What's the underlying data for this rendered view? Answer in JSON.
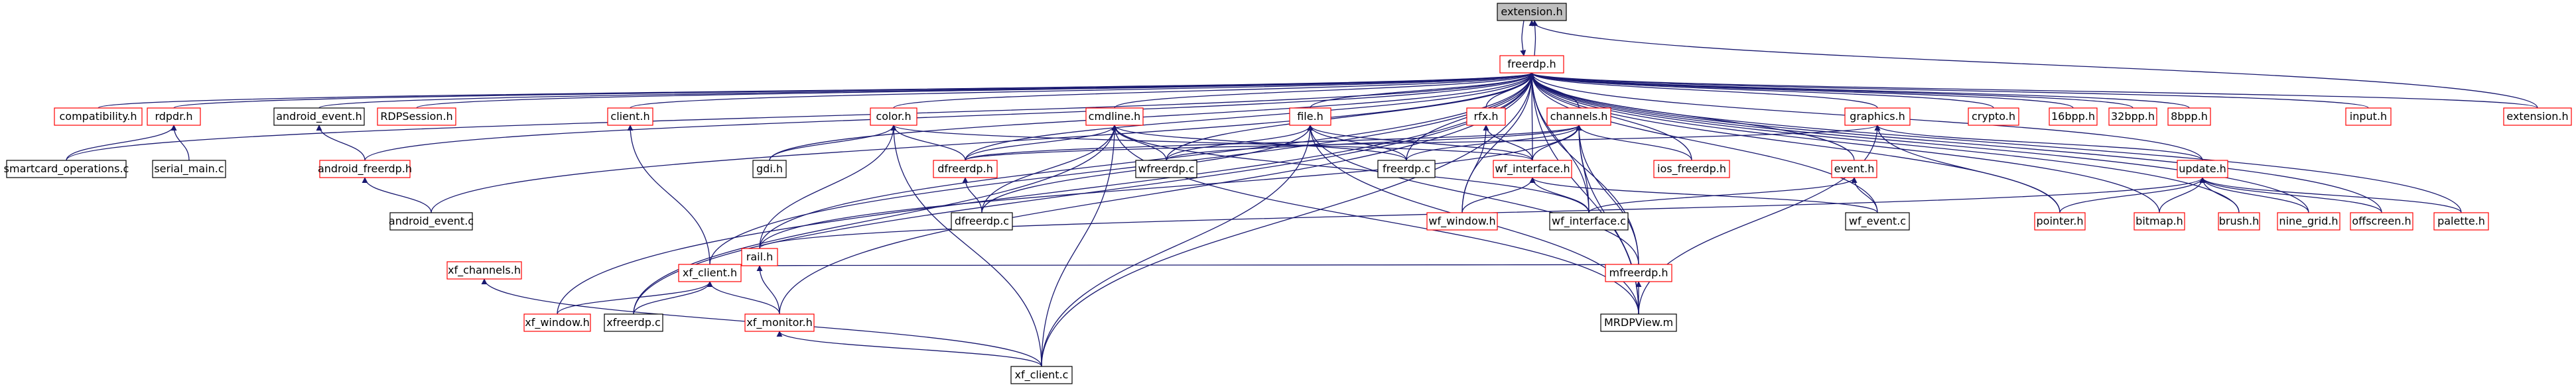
{
  "colors": {
    "normal_stroke": "#000000",
    "missing_stroke": "#ff0000",
    "root_fill": "#bfbfbf",
    "edge": "#191970"
  },
  "nodes": [
    {
      "id": "extension_h_root",
      "label": "extension.h",
      "kind": "root"
    },
    {
      "id": "freerdp_h",
      "label": "freerdp.h",
      "kind": "missing"
    },
    {
      "id": "compatibility_h",
      "label": "compatibility.h",
      "kind": "missing"
    },
    {
      "id": "rdpdr_h",
      "label": "rdpdr.h",
      "kind": "missing"
    },
    {
      "id": "android_event_h",
      "label": "android_event.h",
      "kind": "normal"
    },
    {
      "id": "rdpsession_h",
      "label": "RDPSession.h",
      "kind": "missing"
    },
    {
      "id": "client_h",
      "label": "client.h",
      "kind": "missing"
    },
    {
      "id": "color_h",
      "label": "color.h",
      "kind": "missing"
    },
    {
      "id": "cmdline_h",
      "label": "cmdline.h",
      "kind": "missing"
    },
    {
      "id": "file_h",
      "label": "file.h",
      "kind": "missing"
    },
    {
      "id": "rfx_h",
      "label": "rfx.h",
      "kind": "missing"
    },
    {
      "id": "channels_h",
      "label": "channels.h",
      "kind": "missing"
    },
    {
      "id": "graphics_h",
      "label": "graphics.h",
      "kind": "missing"
    },
    {
      "id": "crypto_h",
      "label": "crypto.h",
      "kind": "missing"
    },
    {
      "id": "bpp16_h",
      "label": "16bpp.h",
      "kind": "missing"
    },
    {
      "id": "bpp32_h",
      "label": "32bpp.h",
      "kind": "missing"
    },
    {
      "id": "bpp8_h",
      "label": "8bpp.h",
      "kind": "missing"
    },
    {
      "id": "input_h",
      "label": "input.h",
      "kind": "missing"
    },
    {
      "id": "extension_h",
      "label": "extension.h",
      "kind": "missing"
    },
    {
      "id": "smartcard_operations_c",
      "label": "smartcard_operations.c",
      "kind": "normal"
    },
    {
      "id": "serial_main_c",
      "label": "serial_main.c",
      "kind": "normal"
    },
    {
      "id": "android_freerdp_h",
      "label": "android_freerdp.h",
      "kind": "missing"
    },
    {
      "id": "android_event_c",
      "label": "android_event.c",
      "kind": "normal"
    },
    {
      "id": "gdi_h",
      "label": "gdi.h",
      "kind": "normal"
    },
    {
      "id": "dfreerdp_h",
      "label": "dfreerdp.h",
      "kind": "missing"
    },
    {
      "id": "dfreerdp_c",
      "label": "dfreerdp.c",
      "kind": "normal"
    },
    {
      "id": "wfreerdp_c",
      "label": "wfreerdp.c",
      "kind": "normal"
    },
    {
      "id": "freerdp_c",
      "label": "freerdp.c",
      "kind": "normal"
    },
    {
      "id": "wf_interface_h",
      "label": "wf_interface.h",
      "kind": "missing"
    },
    {
      "id": "ios_freerdp_h",
      "label": "ios_freerdp.h",
      "kind": "missing"
    },
    {
      "id": "event_h",
      "label": "event.h",
      "kind": "missing"
    },
    {
      "id": "update_h",
      "label": "update.h",
      "kind": "missing"
    },
    {
      "id": "rail_h",
      "label": "rail.h",
      "kind": "missing"
    },
    {
      "id": "wf_window_h",
      "label": "wf_window.h",
      "kind": "missing"
    },
    {
      "id": "wf_interface_c",
      "label": "wf_interface.c",
      "kind": "normal"
    },
    {
      "id": "wf_event_c",
      "label": "wf_event.c",
      "kind": "normal"
    },
    {
      "id": "pointer_h",
      "label": "pointer.h",
      "kind": "missing"
    },
    {
      "id": "bitmap_h",
      "label": "bitmap.h",
      "kind": "missing"
    },
    {
      "id": "brush_h",
      "label": "brush.h",
      "kind": "missing"
    },
    {
      "id": "nine_grid_h",
      "label": "nine_grid.h",
      "kind": "missing"
    },
    {
      "id": "offscreen_h",
      "label": "offscreen.h",
      "kind": "missing"
    },
    {
      "id": "palette_h",
      "label": "palette.h",
      "kind": "missing"
    },
    {
      "id": "xf_channels_h",
      "label": "xf_channels.h",
      "kind": "missing"
    },
    {
      "id": "xf_client_h",
      "label": "xf_client.h",
      "kind": "missing"
    },
    {
      "id": "xf_window_h",
      "label": "xf_window.h",
      "kind": "missing"
    },
    {
      "id": "xfreerdp_c",
      "label": "xfreerdp.c",
      "kind": "normal"
    },
    {
      "id": "xf_monitor_h",
      "label": "xf_monitor.h",
      "kind": "missing"
    },
    {
      "id": "mfreerdp_h",
      "label": "mfreerdp.h",
      "kind": "missing"
    },
    {
      "id": "mrdpview_m",
      "label": "MRDPView.m",
      "kind": "normal"
    },
    {
      "id": "xf_client_c",
      "label": "xf_client.c",
      "kind": "normal"
    }
  ],
  "edges": [
    [
      "freerdp_h",
      "extension_h_root"
    ],
    [
      "extension_h",
      "extension_h_root"
    ],
    [
      "extension_h_root",
      "freerdp_h"
    ],
    [
      "compatibility_h",
      "freerdp_h"
    ],
    [
      "rdpdr_h",
      "freerdp_h"
    ],
    [
      "android_event_h",
      "freerdp_h"
    ],
    [
      "rdpsession_h",
      "freerdp_h"
    ],
    [
      "client_h",
      "freerdp_h"
    ],
    [
      "color_h",
      "freerdp_h"
    ],
    [
      "cmdline_h",
      "freerdp_h"
    ],
    [
      "file_h",
      "freerdp_h"
    ],
    [
      "rfx_h",
      "freerdp_h"
    ],
    [
      "channels_h",
      "freerdp_h"
    ],
    [
      "graphics_h",
      "freerdp_h"
    ],
    [
      "crypto_h",
      "freerdp_h"
    ],
    [
      "bpp16_h",
      "freerdp_h"
    ],
    [
      "bpp32_h",
      "freerdp_h"
    ],
    [
      "bpp8_h",
      "freerdp_h"
    ],
    [
      "input_h",
      "freerdp_h"
    ],
    [
      "extension_h",
      "freerdp_h"
    ],
    [
      "update_h",
      "freerdp_h"
    ],
    [
      "smartcard_operations_c",
      "freerdp_h"
    ],
    [
      "android_freerdp_h",
      "freerdp_h"
    ],
    [
      "android_event_c",
      "freerdp_h"
    ],
    [
      "gdi_h",
      "freerdp_h"
    ],
    [
      "dfreerdp_h",
      "freerdp_h"
    ],
    [
      "wfreerdp_c",
      "freerdp_h"
    ],
    [
      "freerdp_c",
      "freerdp_h"
    ],
    [
      "wf_interface_h",
      "freerdp_h"
    ],
    [
      "ios_freerdp_h",
      "freerdp_h"
    ],
    [
      "event_h",
      "freerdp_h"
    ],
    [
      "wf_window_h",
      "freerdp_h"
    ],
    [
      "wf_interface_c",
      "freerdp_h"
    ],
    [
      "wf_event_c",
      "freerdp_h"
    ],
    [
      "pointer_h",
      "freerdp_h"
    ],
    [
      "bitmap_h",
      "freerdp_h"
    ],
    [
      "brush_h",
      "freerdp_h"
    ],
    [
      "nine_grid_h",
      "freerdp_h"
    ],
    [
      "offscreen_h",
      "freerdp_h"
    ],
    [
      "palette_h",
      "freerdp_h"
    ],
    [
      "rail_h",
      "freerdp_h"
    ],
    [
      "xf_client_h",
      "freerdp_h"
    ],
    [
      "xf_window_h",
      "freerdp_h"
    ],
    [
      "xfreerdp_c",
      "freerdp_h"
    ],
    [
      "xf_monitor_h",
      "freerdp_h"
    ],
    [
      "mfreerdp_h",
      "freerdp_h"
    ],
    [
      "mrdpview_m",
      "freerdp_h"
    ],
    [
      "xf_client_c",
      "freerdp_h"
    ],
    [
      "smartcard_operations_c",
      "rdpdr_h"
    ],
    [
      "serial_main_c",
      "rdpdr_h"
    ],
    [
      "android_freerdp_h",
      "android_event_h"
    ],
    [
      "android_event_c",
      "android_freerdp_h"
    ],
    [
      "xf_client_h",
      "client_h"
    ],
    [
      "gdi_h",
      "color_h"
    ],
    [
      "dfreerdp_h",
      "color_h"
    ],
    [
      "rail_h",
      "color_h"
    ],
    [
      "xf_client_c",
      "color_h"
    ],
    [
      "wf_interface_h",
      "color_h"
    ],
    [
      "dfreerdp_h",
      "cmdline_h"
    ],
    [
      "dfreerdp_c",
      "cmdline_h"
    ],
    [
      "wfreerdp_c",
      "cmdline_h"
    ],
    [
      "freerdp_c",
      "cmdline_h"
    ],
    [
      "wf_interface_c",
      "cmdline_h"
    ],
    [
      "xfreerdp_c",
      "cmdline_h"
    ],
    [
      "mrdpview_m",
      "cmdline_h"
    ],
    [
      "xf_client_c",
      "cmdline_h"
    ],
    [
      "dfreerdp_c",
      "dfreerdp_h"
    ],
    [
      "wfreerdp_c",
      "file_h"
    ],
    [
      "freerdp_c",
      "file_h"
    ],
    [
      "wf_interface_h",
      "file_h"
    ],
    [
      "dfreerdp_c",
      "file_h"
    ],
    [
      "mfreerdp_h",
      "file_h"
    ],
    [
      "xf_client_c",
      "file_h"
    ],
    [
      "mrdpview_m",
      "file_h"
    ],
    [
      "wf_interface_h",
      "rfx_h"
    ],
    [
      "wf_window_h",
      "rfx_h"
    ],
    [
      "dfreerdp_h",
      "channels_h"
    ],
    [
      "wfreerdp_c",
      "channels_h"
    ],
    [
      "wf_interface_h",
      "channels_h"
    ],
    [
      "ios_freerdp_h",
      "channels_h"
    ],
    [
      "wf_interface_c",
      "channels_h"
    ],
    [
      "rail_h",
      "channels_h"
    ],
    [
      "mfreerdp_h",
      "channels_h"
    ],
    [
      "mrdpview_m",
      "channels_h"
    ],
    [
      "freerdp_c",
      "channels_h"
    ],
    [
      "dfreerdp_h",
      "graphics_h"
    ],
    [
      "update_h",
      "graphics_h"
    ],
    [
      "pointer_h",
      "graphics_h"
    ],
    [
      "mrdpview_m",
      "graphics_h"
    ],
    [
      "wf_interface_c",
      "event_h"
    ],
    [
      "wf_event_c",
      "event_h"
    ],
    [
      "rail_h",
      "update_h"
    ],
    [
      "pointer_h",
      "update_h"
    ],
    [
      "bitmap_h",
      "update_h"
    ],
    [
      "brush_h",
      "update_h"
    ],
    [
      "nine_grid_h",
      "update_h"
    ],
    [
      "offscreen_h",
      "update_h"
    ],
    [
      "palette_h",
      "update_h"
    ],
    [
      "wf_window_h",
      "wf_interface_h"
    ],
    [
      "wf_interface_c",
      "wf_interface_h"
    ],
    [
      "wf_event_c",
      "wf_interface_h"
    ],
    [
      "xf_client_h",
      "rail_h"
    ],
    [
      "xf_monitor_h",
      "rail_h"
    ],
    [
      "mfreerdp_h",
      "rail_h"
    ],
    [
      "xf_window_h",
      "xf_client_h"
    ],
    [
      "xfreerdp_c",
      "xf_client_h"
    ],
    [
      "xf_monitor_h",
      "xf_client_h"
    ],
    [
      "xf_client_c",
      "xf_channels_h"
    ],
    [
      "xf_client_c",
      "xf_monitor_h"
    ],
    [
      "mrdpview_m",
      "mfreerdp_h"
    ]
  ]
}
